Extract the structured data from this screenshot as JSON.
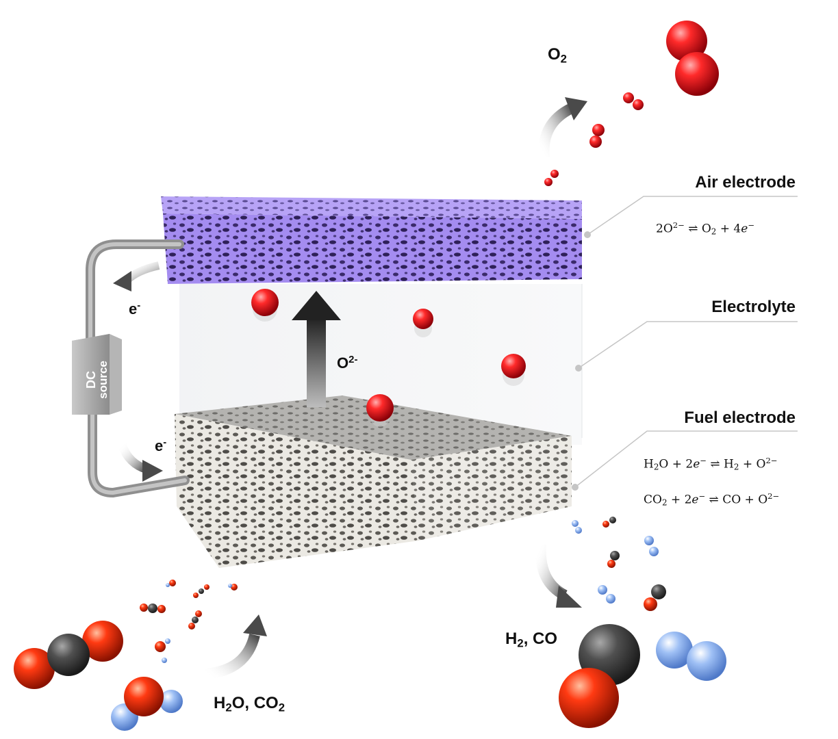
{
  "labels": {
    "o2_out": "O",
    "o2_out_sub": "2",
    "air_electrode": "Air electrode",
    "electrolyte": "Electrolyte",
    "fuel_electrode": "Fuel electrode",
    "o2_ion": "O",
    "o2_ion_sup": "2-",
    "e_top": "e",
    "e_top_sup": "-",
    "e_bottom": "e",
    "e_bottom_sup": "-",
    "dc_source_line1": "DC",
    "dc_source_line2": "source",
    "inputs_a": "H",
    "inputs_a_sub": "2",
    "inputs_b": "O, CO",
    "inputs_b_sub": "2",
    "outputs_a": "H",
    "outputs_a_sub": "2",
    "outputs_b": ", CO"
  },
  "equations": {
    "air": {
      "p1": "2O",
      "p1_sup": "2−",
      "p2": " ⇌ O",
      "p2_sub": "2",
      "p3": " + 4",
      "p3_it": "e",
      "p3_sup": "−"
    },
    "fuel_h2o": {
      "p1": "H",
      "p1_sub": "2",
      "p2": "O + 2",
      "p2_it": "e",
      "p2_sup": "−",
      "p3": " ⇌ H",
      "p3_sub": "2",
      "p4": " + O",
      "p4_sup": "2−"
    },
    "fuel_co2": {
      "p1": "CO",
      "p1_sub": "2",
      "p2": " + 2",
      "p2_it": "e",
      "p2_sup": "−",
      "p3": " ⇌ CO + O",
      "p3_sup": "2−"
    }
  },
  "colors": {
    "air_electrode": "#a48cf0",
    "fuel_electrode": "#e8e6df",
    "oxygen_atom": "#e8121a",
    "carbon_atom": "#444444",
    "hydrogen_atom": "#8fb4f0",
    "arrow": "#333333",
    "wire": "#9a9a9a"
  }
}
